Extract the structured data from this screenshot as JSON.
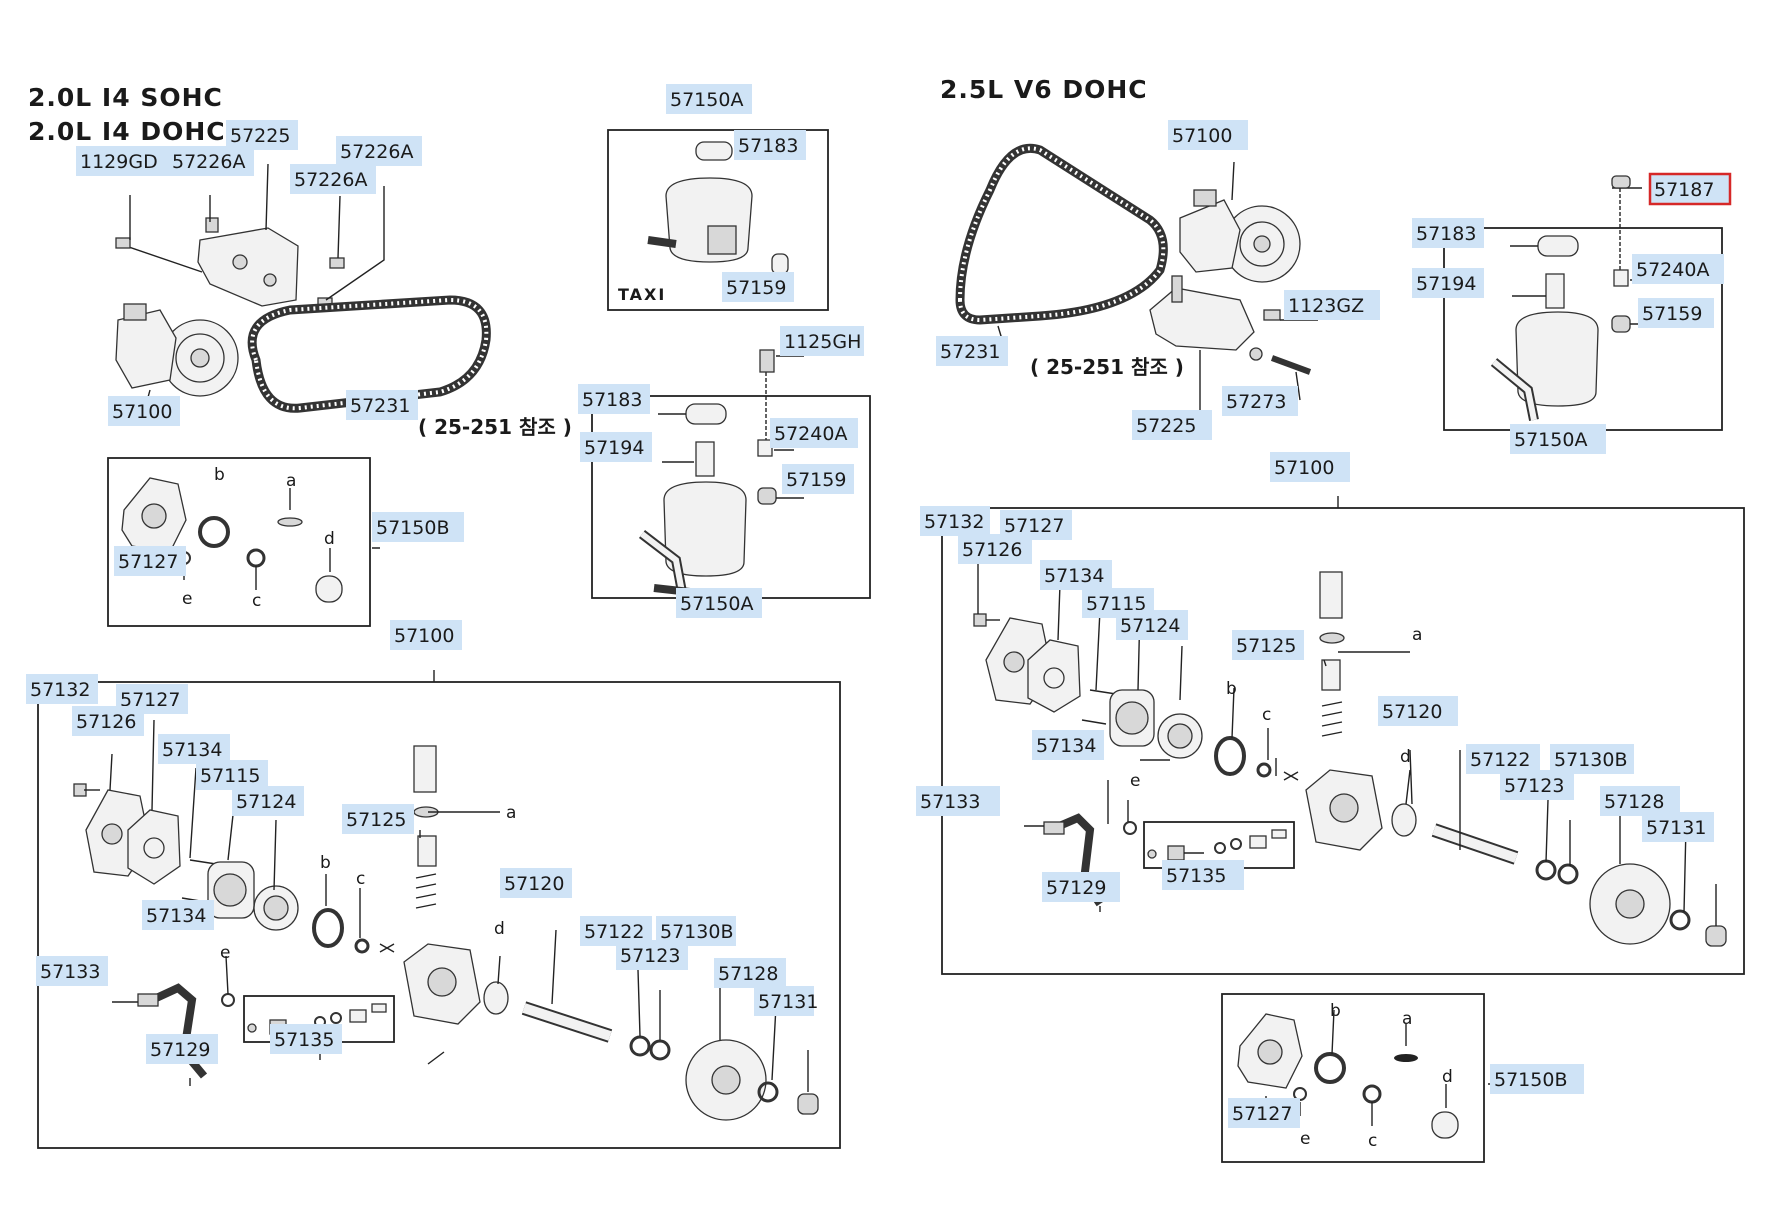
{
  "headings": {
    "left_line1": "2.0L  I4  SOHC",
    "left_line2": "2.0L  I4  DOHC",
    "right": "2.5L  V6  DOHC"
  },
  "taxi_label": "TAXI",
  "notes": {
    "left_ref": "( 25-251  참조  )",
    "right_ref": "( 25-251  참조  )"
  },
  "letters": {
    "a": "a",
    "b": "b",
    "c": "c",
    "d": "d",
    "e": "e"
  },
  "highlight_color": "#d62828",
  "label_bg_color": "#cfe3f6",
  "highlighted_part": "57187",
  "callouts": {
    "l_1129GD": "1129GD",
    "l_57226A_a": "57226A",
    "l_57225": "57225",
    "l_57226A_b": "57226A",
    "l_57226A_c": "57226A",
    "l_57100_top": "57100",
    "l_57231": "57231",
    "l_57127_box": "57127",
    "l_57150B": "57150B",
    "l_57100_hdr": "57100",
    "l_57132": "57132",
    "l_57127": "57127",
    "l_57126": "57126",
    "l_57134_a": "57134",
    "l_57115": "57115",
    "l_57124": "57124",
    "l_57125": "57125",
    "l_57134_b": "57134",
    "l_57133": "57133",
    "l_57129": "57129",
    "l_57135": "57135",
    "l_57120": "57120",
    "l_57122": "57122",
    "l_57123": "57123",
    "l_57130B": "57130B",
    "l_57128": "57128",
    "l_57131": "57131",
    "t_57150A": "57150A",
    "t_57183": "57183",
    "t_57159": "57159",
    "m_1125GH": "1125GH",
    "m_57183": "57183",
    "m_57194": "57194",
    "m_57240A": "57240A",
    "m_57159": "57159",
    "m_57150A": "57150A",
    "r_57100_top": "57100",
    "r_1123GZ": "1123GZ",
    "r_57231": "57231",
    "r_57273": "57273",
    "r_57225": "57225",
    "r_57187": "57187",
    "r_57183": "57183",
    "r_57194": "57194",
    "r_57240A": "57240A",
    "r_57159": "57159",
    "r_57150A": "57150A",
    "r_57100_hdr": "57100",
    "r_57132": "57132",
    "r_57127": "57127",
    "r_57126": "57126",
    "r_57134_a": "57134",
    "r_57115": "57115",
    "r_57124": "57124",
    "r_57125": "57125",
    "r_57120": "57120",
    "r_57134_b": "57134",
    "r_57133": "57133",
    "r_57122": "57122",
    "r_57130B": "57130B",
    "r_57123": "57123",
    "r_57128": "57128",
    "r_57131": "57131",
    "r_57129": "57129",
    "r_57135": "57135",
    "r_57127_box": "57127",
    "r_57150B": "57150B"
  }
}
